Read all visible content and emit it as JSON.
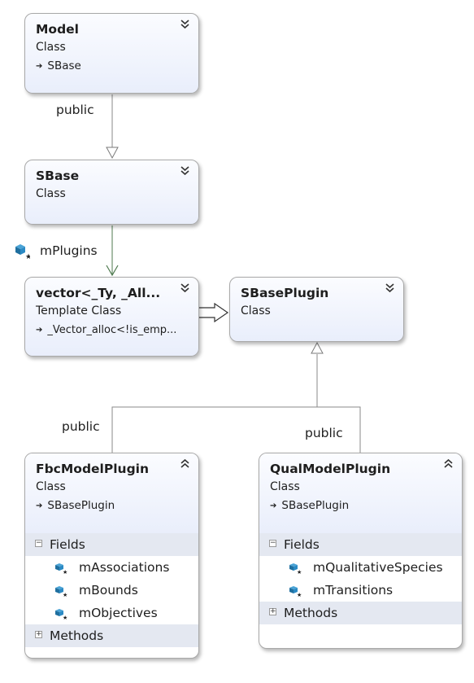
{
  "classes": {
    "model": {
      "name": "Model",
      "stereotype": "Class",
      "base": "SBase"
    },
    "sbase": {
      "name": "SBase",
      "stereotype": "Class"
    },
    "vector": {
      "name": "vector<_Ty, _All...",
      "stereotype": "Template Class",
      "base": "_Vector_alloc<!is_emp..."
    },
    "sbaseplugin": {
      "name": "SBasePlugin",
      "stereotype": "Class"
    },
    "fbc": {
      "name": "FbcModelPlugin",
      "stereotype": "Class",
      "base": "SBasePlugin",
      "fields_label": "Fields",
      "fields": [
        "mAssociations",
        "mBounds",
        "mObjectives"
      ],
      "methods_label": "Methods"
    },
    "qual": {
      "name": "QualModelPlugin",
      "stereotype": "Class",
      "base": "SBasePlugin",
      "fields_label": "Fields",
      "fields": [
        "mQualitativeSpecies",
        "mTransitions"
      ],
      "methods_label": "Methods"
    }
  },
  "connectors": {
    "model_sbase": "public",
    "sbase_vector": "mPlugins",
    "fbc_sbaseplugin": "public",
    "qual_sbaseplugin": "public"
  },
  "icons": {
    "collapse": "chevron-down-icon",
    "expand": "chevron-up-icon",
    "field": "field-icon",
    "base_arrow": "inheritance-arrow-icon"
  }
}
